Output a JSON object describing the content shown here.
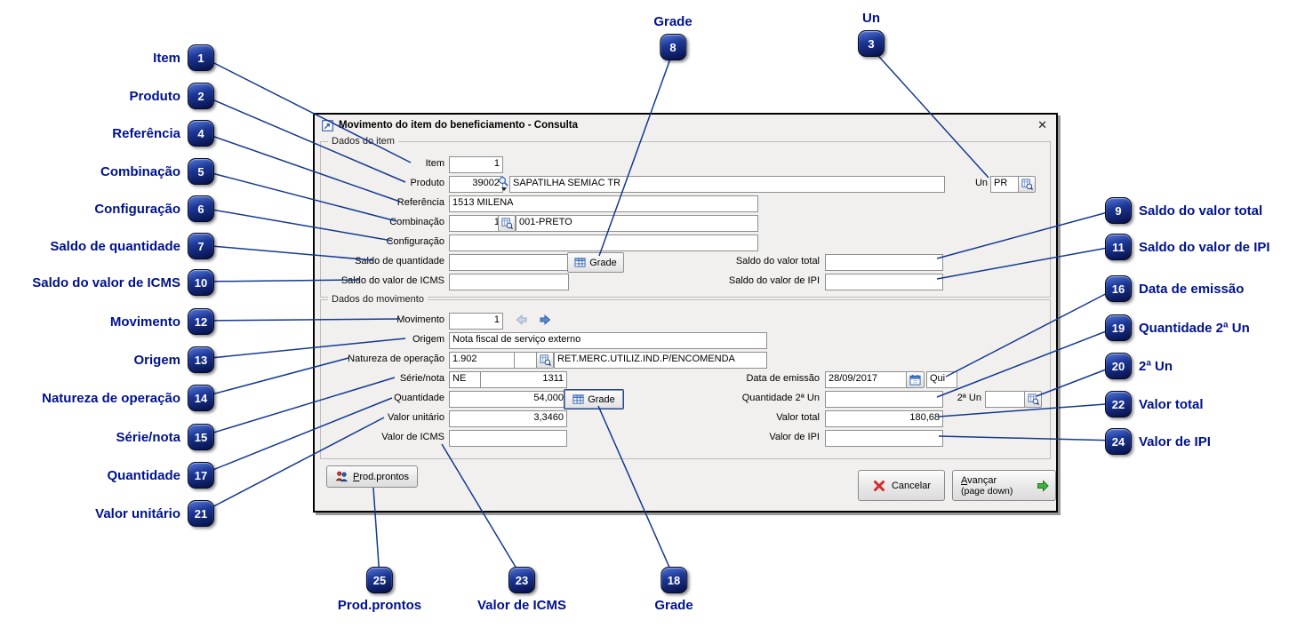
{
  "window": {
    "title": "Movimento do item do beneficiamento - Consulta",
    "close_glyph": "✕"
  },
  "groups": {
    "item": "Dados do item",
    "movimento": "Dados do movimento"
  },
  "fields": {
    "item_label": "Item",
    "item_value": "1",
    "produto_label": "Produto",
    "produto_code": "39002",
    "produto_desc": "SAPATILHA SEMIAC TR",
    "un_label": "Un",
    "un_value": "PR",
    "referencia_label": "Referência",
    "referencia_value": "1513 MILENA",
    "combinacao_label": "Combinação",
    "combinacao_code": "1",
    "combinacao_desc": "001-PRETO",
    "configuracao_label": "Configuração",
    "configuracao_value": "",
    "saldo_quantidade_label": "Saldo de quantidade",
    "saldo_quantidade_value": "",
    "saldo_valor_total_label": "Saldo do valor total",
    "saldo_valor_total_value": "",
    "saldo_valor_icms_label": "Saldo do valor de ICMS",
    "saldo_valor_icms_value": "",
    "saldo_valor_ipi_label": "Saldo do valor de IPI",
    "saldo_valor_ipi_value": "",
    "movimento_label": "Movimento",
    "movimento_value": "1",
    "origem_label": "Origem",
    "origem_value": "Nota fiscal de serviço externo",
    "natureza_label": "Natureza de operação",
    "natureza_code": "1.902",
    "natureza_desc": "RET.MERC.UTILIZ.IND.P/ENCOMENDA",
    "serie_nota_label": "Série/nota",
    "serie_value": "NE",
    "nota_value": "1311",
    "quantidade_label": "Quantidade",
    "quantidade_value": "54,000",
    "valor_unitario_label": "Valor unitário",
    "valor_unitario_value": "3,3460",
    "valor_icms_label": "Valor de ICMS",
    "valor_icms_value": "",
    "data_emissao_label": "Data de emissão",
    "data_emissao_value": "28/09/2017",
    "data_emissao_weekday": "Qui",
    "quantidade_2un_label": "Quantidade 2ª Un",
    "quantidade_2un_value": "",
    "segunda_un_label": "2ª Un",
    "segunda_un_value": "",
    "valor_total_label": "Valor total",
    "valor_total_value": "180,68",
    "valor_ipi_label": "Valor de IPI",
    "valor_ipi_value": ""
  },
  "buttons": {
    "grade": "Grade",
    "prod_prontos": "Prod.prontos",
    "cancelar": "Cancelar",
    "avancar": "Avançar",
    "avancar_sub": "(page down)"
  },
  "callouts": {
    "c1": {
      "num": "1",
      "label": "Item"
    },
    "c2": {
      "num": "2",
      "label": "Produto"
    },
    "c3": {
      "num": "3",
      "label": "Un"
    },
    "c4": {
      "num": "4",
      "label": "Referência"
    },
    "c5": {
      "num": "5",
      "label": "Combinação"
    },
    "c6": {
      "num": "6",
      "label": "Configuração"
    },
    "c7": {
      "num": "7",
      "label": "Saldo de quantidade"
    },
    "c8": {
      "num": "8",
      "label": "Grade"
    },
    "c9": {
      "num": "9",
      "label": "Saldo do valor total"
    },
    "c10": {
      "num": "10",
      "label": "Saldo do valor de ICMS"
    },
    "c11": {
      "num": "11",
      "label": "Saldo do valor de IPI"
    },
    "c12": {
      "num": "12",
      "label": "Movimento"
    },
    "c13": {
      "num": "13",
      "label": "Origem"
    },
    "c14": {
      "num": "14",
      "label": "Natureza de operação"
    },
    "c15": {
      "num": "15",
      "label": "Série/nota"
    },
    "c16": {
      "num": "16",
      "label": "Data de emissão"
    },
    "c17": {
      "num": "17",
      "label": "Quantidade"
    },
    "c18": {
      "num": "18",
      "label": "Grade"
    },
    "c19": {
      "num": "19",
      "label": "Quantidade 2ª Un"
    },
    "c20": {
      "num": "20",
      "label": "2ª Un"
    },
    "c21": {
      "num": "21",
      "label": "Valor unitário"
    },
    "c22": {
      "num": "22",
      "label": "Valor total"
    },
    "c23": {
      "num": "23",
      "label": "Valor de ICMS"
    },
    "c24": {
      "num": "24",
      "label": "Valor de IPI"
    },
    "c25": {
      "num": "25",
      "label": "Prod.prontos"
    }
  },
  "colors": {
    "callout_navy": "#00128c",
    "line_navy": "#14398f",
    "badge_dark": "#060f46"
  }
}
